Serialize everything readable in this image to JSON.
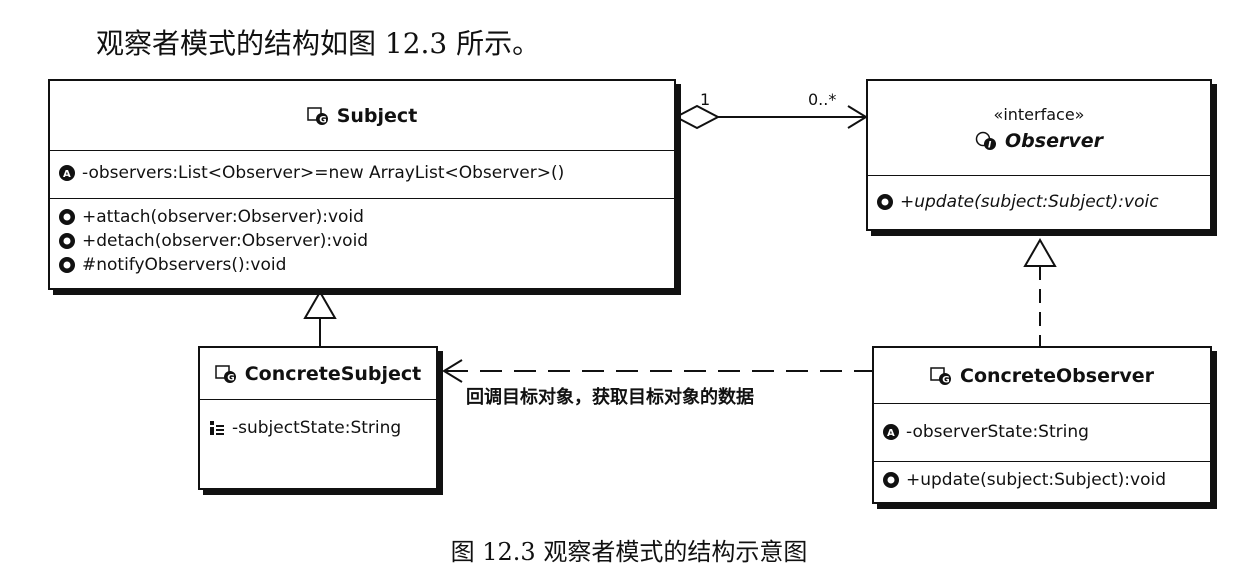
{
  "intro_text": "观察者模式的结构如图 12.3 所示。",
  "caption": "图 12.3   观察者模式的结构示意图",
  "subject": {
    "name": "Subject",
    "attributes": [
      "-observers:List<Observer>=new ArrayList<Observer>()"
    ],
    "operations": [
      "+attach(observer:Observer):void",
      "+detach(observer:Observer):void",
      "#notifyObservers():void"
    ]
  },
  "observer": {
    "stereotype": "«interface»",
    "name": "Observer",
    "operations": [
      "+update(subject:Subject):voic"
    ]
  },
  "concrete_subject": {
    "name": "ConcreteSubject",
    "attributes": [
      "-subjectState:String"
    ]
  },
  "concrete_observer": {
    "name": "ConcreteObserver",
    "attributes": [
      "-observerState:String"
    ],
    "operations": [
      "+update(subject:Subject):void"
    ]
  },
  "association": {
    "source_multiplicity": "1",
    "target_multiplicity": "0..*"
  },
  "dependency_label": "回调目标对象，获取目标对象的数据"
}
